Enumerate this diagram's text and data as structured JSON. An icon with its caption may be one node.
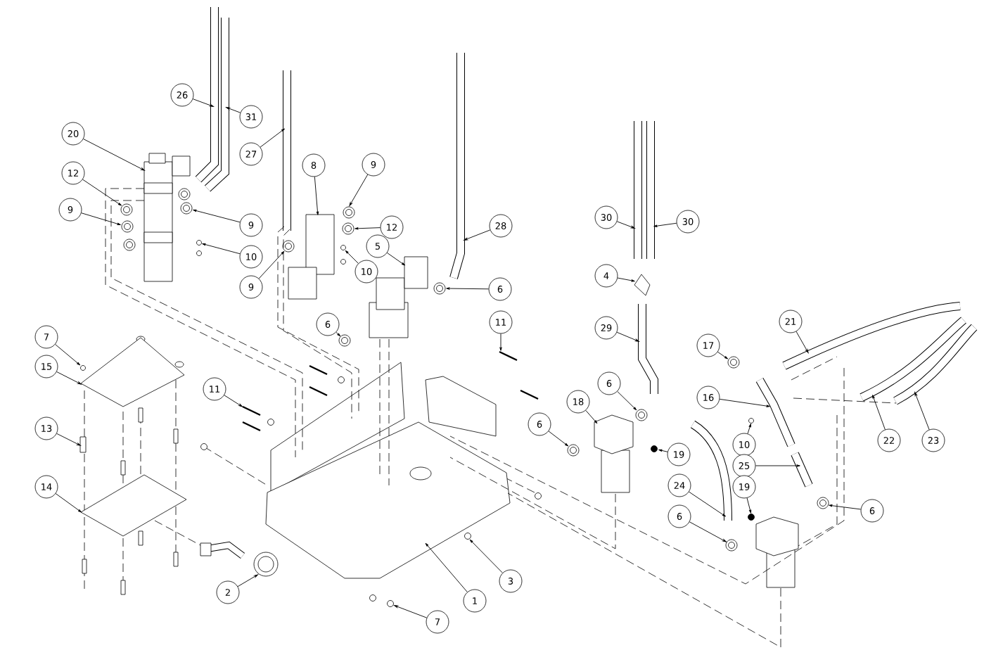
{
  "diagram": {
    "nodes": [
      {
        "text": [
          "26"
        ]
      },
      {
        "text": [
          "31"
        ]
      },
      {
        "text": [
          "20"
        ]
      },
      {
        "text": [
          "27"
        ]
      },
      {
        "text": [
          "8"
        ]
      },
      {
        "text": [
          "9"
        ]
      },
      {
        "text": [
          "12"
        ]
      },
      {
        "text": [
          "9"
        ]
      },
      {
        "text": [
          "9"
        ]
      },
      {
        "text": [
          "12"
        ]
      },
      {
        "text": [
          "28"
        ]
      },
      {
        "text": [
          "30"
        ]
      },
      {
        "text": [
          "30"
        ]
      },
      {
        "text": [
          "10"
        ]
      },
      {
        "text": [
          "5"
        ]
      },
      {
        "text": [
          "10"
        ]
      },
      {
        "text": [
          "9"
        ]
      },
      {
        "text": [
          "6"
        ]
      },
      {
        "text": [
          "4"
        ]
      },
      {
        "text": [
          "6"
        ]
      },
      {
        "text": [
          "11"
        ]
      },
      {
        "text": [
          "29"
        ]
      },
      {
        "text": [
          "21"
        ]
      },
      {
        "text": [
          "7"
        ]
      },
      {
        "text": [
          "17"
        ]
      },
      {
        "text": [
          "15"
        ]
      },
      {
        "text": [
          "11"
        ]
      },
      {
        "text": [
          "6"
        ]
      },
      {
        "text": [
          "16"
        ]
      },
      {
        "text": [
          "18"
        ]
      },
      {
        "text": [
          "6"
        ]
      },
      {
        "text": [
          "10"
        ]
      },
      {
        "text": [
          "19"
        ]
      },
      {
        "text": [
          "22"
        ]
      },
      {
        "text": [
          "23"
        ]
      },
      {
        "text": [
          "13"
        ]
      },
      {
        "text": [
          "25"
        ]
      },
      {
        "text": [
          "14"
        ]
      },
      {
        "text": [
          "24"
        ]
      },
      {
        "text": [
          "19"
        ]
      },
      {
        "text": [
          "6"
        ]
      },
      {
        "text": [
          "6"
        ]
      },
      {
        "text": [
          "3"
        ]
      },
      {
        "text": [
          "2"
        ]
      },
      {
        "text": [
          "1"
        ]
      },
      {
        "text": [
          "7"
        ]
      },
      {
        "text": [],
        "shape": "picture"
      },
      {
        "text": [],
        "shape": "picture"
      },
      {
        "text": [],
        "shape": "picture"
      },
      {
        "text": [],
        "shape": "picture"
      },
      {
        "text": [],
        "shape": "picture"
      },
      {
        "text": [],
        "shape": "picture"
      },
      {
        "text": [],
        "shape": "picture"
      },
      {
        "text": [],
        "shape": "picture"
      },
      {
        "text": [],
        "shape": "picture"
      },
      {
        "text": [],
        "shape": "picture"
      },
      {
        "text": [],
        "shape": "picture"
      },
      {
        "text": [],
        "shape": "picture"
      },
      {
        "text": [],
        "shape": "picture"
      },
      {
        "text": [],
        "shape": "circle"
      },
      {
        "text": [],
        "shape": "picture"
      },
      {
        "text": [],
        "shape": "circle"
      },
      {
        "text": [],
        "shape": "picture"
      },
      {
        "text": [],
        "shape": "picture"
      },
      {
        "text": [],
        "shape": "picture"
      },
      {
        "text": [],
        "shape": "picture"
      },
      {
        "text": [],
        "shape": "picture"
      },
      {
        "text": [],
        "shape": "picture"
      },
      {
        "text": [],
        "shape": "picture"
      },
      {
        "text": [],
        "shape": "circle"
      },
      {
        "text": [],
        "shape": "picture"
      },
      {
        "text": [],
        "shape": "picture"
      },
      {
        "text": [],
        "shape": "picture"
      },
      {
        "text": [],
        "shape": "picture"
      },
      {
        "text": [],
        "shape": "picture"
      },
      {
        "text": [],
        "shape": "picture"
      },
      {
        "text": [],
        "shape": "picture"
      },
      {
        "text": [],
        "shape": "circle"
      },
      {
        "text": [],
        "shape": "circle"
      },
      {
        "text": [],
        "shape": "picture"
      },
      {
        "text": [],
        "shape": "picture"
      },
      {
        "text": [],
        "shape": "box"
      },
      {
        "text": [],
        "shape": "picture"
      },
      {
        "text": [],
        "shape": "picture"
      },
      {
        "text": [],
        "shape": "picture"
      },
      {
        "text": [],
        "shape": "circle"
      },
      {
        "text": [],
        "shape": "picture"
      },
      {
        "text": [],
        "shape": "picture"
      },
      {
        "text": [],
        "shape": "circle"
      },
      {
        "text": [],
        "shape": "picture"
      },
      {
        "text": [],
        "shape": "picture"
      },
      {
        "text": [],
        "shape": "circle"
      },
      {
        "text": [],
        "shape": "picture"
      }
    ],
    "edges": [
      {
        "from": 0,
        "to": 46,
        "arrow": "to"
      },
      {
        "from": 1,
        "to": 47,
        "arrow": "to"
      },
      {
        "from": 2,
        "to": 48,
        "arrow": "to"
      },
      {
        "from": 3,
        "to": 49,
        "arrow": "to"
      },
      {
        "from": 4,
        "to": 50,
        "arrow": "to"
      },
      {
        "from": 5,
        "to": 51,
        "arrow": "to"
      },
      {
        "from": 6,
        "to": 52,
        "arrow": "to"
      },
      {
        "from": 7,
        "to": 53,
        "arrow": "to"
      },
      {
        "from": 8,
        "to": 54,
        "arrow": "to"
      },
      {
        "from": 9,
        "to": 55,
        "arrow": "to"
      },
      {
        "from": 10,
        "to": 56,
        "arrow": "to"
      },
      {
        "from": 11,
        "to": 57,
        "arrow": "to"
      },
      {
        "from": 12,
        "to": 58,
        "arrow": "to"
      },
      {
        "from": 13,
        "to": 59,
        "arrow": "to"
      },
      {
        "from": 14,
        "to": 60,
        "arrow": "to"
      },
      {
        "from": 15,
        "to": 61,
        "arrow": "to"
      },
      {
        "from": 16,
        "to": 62,
        "arrow": "to"
      },
      {
        "from": 17,
        "to": 63,
        "arrow": "to"
      },
      {
        "from": 18,
        "to": 64,
        "arrow": "to"
      },
      {
        "from": 19,
        "to": 65,
        "arrow": "to"
      },
      {
        "from": 20,
        "to": 66,
        "arrow": "to"
      },
      {
        "from": 21,
        "to": 67,
        "arrow": "to"
      },
      {
        "from": 22,
        "to": 68,
        "arrow": "to"
      },
      {
        "from": 23,
        "to": 69,
        "arrow": "to"
      },
      {
        "from": 24,
        "to": 70,
        "arrow": "to"
      },
      {
        "from": 25,
        "to": 71,
        "arrow": "to"
      },
      {
        "from": 26,
        "to": 72,
        "arrow": "to"
      },
      {
        "from": 27,
        "to": 73,
        "arrow": "to"
      },
      {
        "from": 28,
        "to": 74,
        "arrow": "to"
      },
      {
        "from": 29,
        "to": 75,
        "arrow": "to"
      },
      {
        "from": 30,
        "to": 76,
        "arrow": "to"
      },
      {
        "from": 31,
        "to": 77,
        "arrow": "to"
      },
      {
        "from": 32,
        "to": 78,
        "arrow": "to"
      },
      {
        "from": 33,
        "to": 79,
        "arrow": "to"
      },
      {
        "from": 34,
        "to": 80,
        "arrow": "to"
      },
      {
        "from": 35,
        "to": 81,
        "arrow": "to"
      },
      {
        "from": 36,
        "to": 82,
        "arrow": "to"
      },
      {
        "from": 37,
        "to": 83,
        "arrow": "to"
      },
      {
        "from": 38,
        "to": 84,
        "arrow": "to"
      },
      {
        "from": 39,
        "to": 85,
        "arrow": "to"
      },
      {
        "from": 40,
        "to": 86,
        "arrow": "to"
      },
      {
        "from": 41,
        "to": 87,
        "arrow": "to"
      },
      {
        "from": 42,
        "to": 88,
        "arrow": "to"
      },
      {
        "from": 43,
        "to": 89,
        "arrow": "to"
      },
      {
        "from": 44,
        "to": 90,
        "arrow": "to"
      },
      {
        "from": 45,
        "to": 91,
        "arrow": "to"
      },
      {
        "from": 48,
        "to": 90,
        "arrow": "none",
        "style": "dashed"
      },
      {
        "from": 48,
        "to": 90,
        "arrow": "none",
        "style": "dashed"
      },
      {
        "from": 49,
        "to": 90,
        "arrow": "none",
        "style": "dashed"
      },
      {
        "from": 49,
        "to": 90,
        "arrow": "none",
        "style": "dashed"
      },
      {
        "from": 60,
        "to": 90,
        "arrow": "none",
        "style": "dashed"
      },
      {
        "from": 60,
        "to": 90,
        "arrow": "none",
        "style": "dashed"
      },
      {
        "from": 68,
        "to": 90,
        "arrow": "none",
        "style": "dashed"
      },
      {
        "from": 75,
        "to": 90,
        "arrow": "none",
        "style": "dashed"
      },
      {
        "from": 74,
        "to": 68,
        "arrow": "none",
        "style": "dashed"
      },
      {
        "from": 74,
        "to": 80,
        "arrow": "none",
        "style": "dashed"
      },
      {
        "from": 83,
        "to": 89,
        "arrow": "none",
        "style": "dashed"
      },
      {
        "from": 92,
        "to": 90,
        "arrow": "none",
        "style": "dashed"
      }
    ]
  }
}
